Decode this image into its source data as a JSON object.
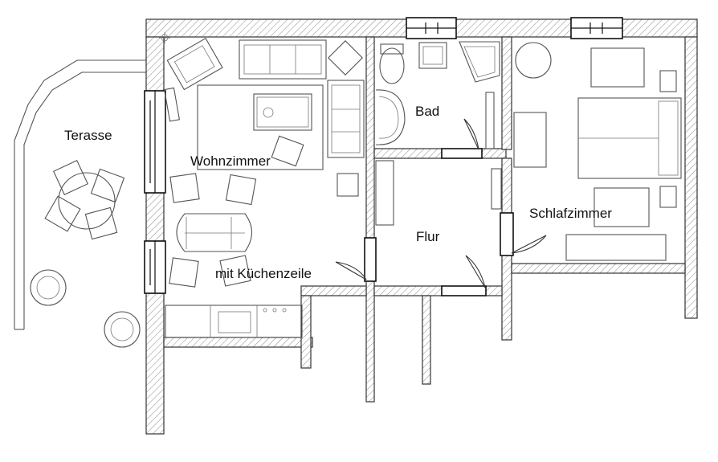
{
  "colors": {
    "wall_stroke": "#333333",
    "hatch": "#8a8a8a",
    "furniture": "#555555",
    "label": "#111111",
    "background": "#ffffff"
  },
  "rooms": {
    "terrace": "Terasse",
    "living": "Wohnzimmer",
    "kitchen": "mit Küchenzeile",
    "bath": "Bad",
    "hallway": "Flur",
    "bedroom": "Schlafzimmer"
  }
}
